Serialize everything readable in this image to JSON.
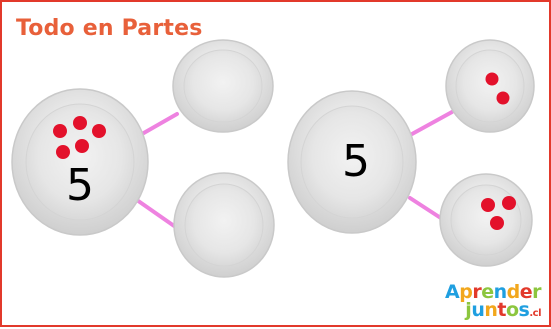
{
  "title": "Todo en Partes",
  "colors": {
    "border": "#e2392b",
    "title": "#e8603a",
    "dot": "#e3112b",
    "connector": "#ee82e0",
    "plate_rim": "#cfcfcf",
    "plate_face": "#e9e9e9",
    "number": "#000000"
  },
  "groups": [
    {
      "whole_label": "5",
      "whole_dots": 5,
      "part_dots": [
        0,
        0
      ]
    },
    {
      "whole_label": "5",
      "whole_dots": 0,
      "part_dots": [
        2,
        3
      ]
    }
  ],
  "logo": {
    "line1_letters": [
      "A",
      "p",
      "r",
      "e",
      "n",
      "d",
      "e",
      "r"
    ],
    "line1_colors": [
      "#1f9fe0",
      "#f2a71c",
      "#e2392b",
      "#8cc63e",
      "#1f9fe0",
      "#f2a71c",
      "#e2392b",
      "#8cc63e"
    ],
    "line2_letters": [
      "j",
      "u",
      "n",
      "t",
      "o",
      "s"
    ],
    "line2_colors": [
      "#8cc63e",
      "#1f9fe0",
      "#f2a71c",
      "#e2392b",
      "#8cc63e",
      "#1f9fe0"
    ],
    "suffix": ".cl",
    "suffix_color": "#e2392b"
  }
}
